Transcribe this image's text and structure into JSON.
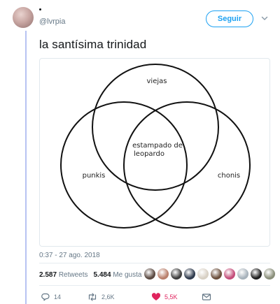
{
  "tweet": {
    "handle": "@lvrpia",
    "follow_label": "Seguir",
    "text": "la santísima trinidad",
    "timestamp": "0:37 - 27 ago. 2018"
  },
  "venn": {
    "labels": {
      "top": "viejas",
      "left": "punkis",
      "right": "chonis",
      "center_line1": "estampado de",
      "center_line2": "leopardo"
    }
  },
  "stats": {
    "retweets_count": "2.587",
    "retweets_label": "Retweets",
    "likes_count": "5.484",
    "likes_label": "Me gusta"
  },
  "liker_colors": [
    "#5b4a42",
    "#b97f6b",
    "#3d3d3d",
    "#2f3b4d",
    "#d8d0c4",
    "#6b4e3c",
    "#c44d7a",
    "#a7b2bb",
    "#1e1e1e",
    "#8a8f7a"
  ],
  "actions": {
    "reply_count": "14",
    "retweet_count": "2,6K",
    "like_count": "5,5K"
  },
  "colors": {
    "accent": "#1da1f2",
    "like": "#e0245e",
    "thread": "#b7c3f2"
  },
  "icons": {
    "reply": "reply-icon",
    "retweet": "retweet-icon",
    "like": "heart-icon",
    "dm": "envelope-icon",
    "menu": "chevron-down-icon"
  }
}
